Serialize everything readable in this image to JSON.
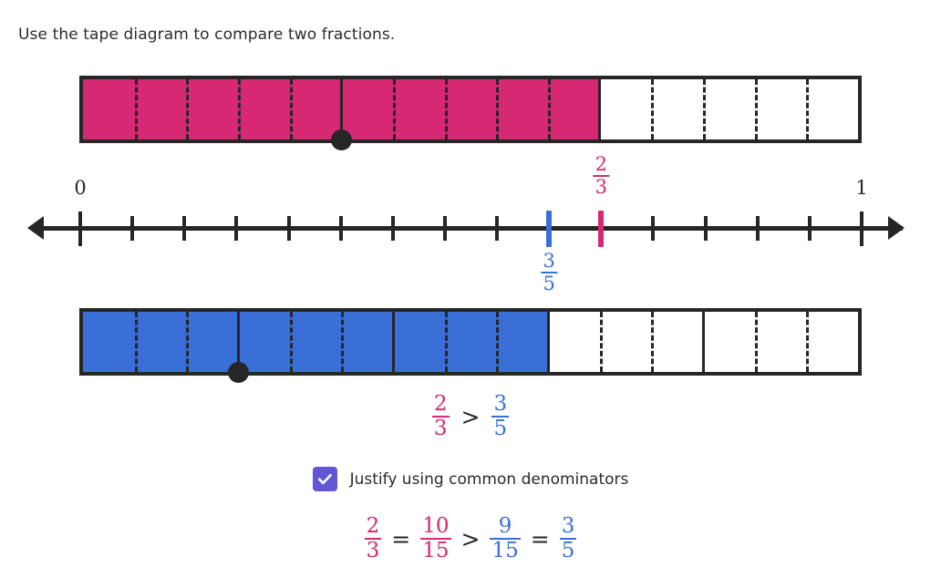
{
  "prompt": "Use the tape diagram to compare two fractions.",
  "colors": {
    "pink": "#d62873",
    "blue": "#3a6fd8",
    "ink": "#262626",
    "checkbox": "#6255d6"
  },
  "tape_top": {
    "name": "thirds-tape",
    "fill_color": "#d62873",
    "total_parts": 3,
    "shaded_parts": 2,
    "subdivisions_per_part": 5,
    "fraction": "2/3",
    "dot_position": "1/3"
  },
  "tape_bottom": {
    "name": "fifths-tape",
    "fill_color": "#3a6fd8",
    "total_parts": 5,
    "shaded_parts": 3,
    "subdivisions_per_part": 3,
    "fraction": "3/5",
    "dot_position": "1/5"
  },
  "number_line": {
    "start_label": "0",
    "end_label": "1",
    "intervals": 15,
    "marks": [
      {
        "name": "blue-mark",
        "value": "9/15",
        "position": 0.6,
        "color": "#3a6fd8",
        "label": {
          "num": "3",
          "den": "5"
        },
        "label_side": "below"
      },
      {
        "name": "pink-mark",
        "value": "10/15",
        "position": 0.6666666667,
        "color": "#d62873",
        "label": {
          "num": "2",
          "den": "3"
        },
        "label_side": "above"
      }
    ]
  },
  "comparison": {
    "left": {
      "num": "2",
      "den": "3",
      "color": "#d62873"
    },
    "operator": ">",
    "right": {
      "num": "3",
      "den": "5",
      "color": "#3a6fd8"
    }
  },
  "checkbox_row": {
    "checked": true,
    "icon": "check-icon",
    "label": "Justify using common denominators"
  },
  "justification": {
    "terms": [
      {
        "type": "fraction",
        "num": "2",
        "den": "3",
        "color": "#d62873"
      },
      {
        "type": "operator",
        "text": "="
      },
      {
        "type": "fraction",
        "num": "10",
        "den": "15",
        "color": "#d62873"
      },
      {
        "type": "operator",
        "text": ">"
      },
      {
        "type": "fraction",
        "num": "9",
        "den": "15",
        "color": "#3a6fd8"
      },
      {
        "type": "operator",
        "text": "="
      },
      {
        "type": "fraction",
        "num": "3",
        "den": "5",
        "color": "#3a6fd8"
      }
    ]
  }
}
